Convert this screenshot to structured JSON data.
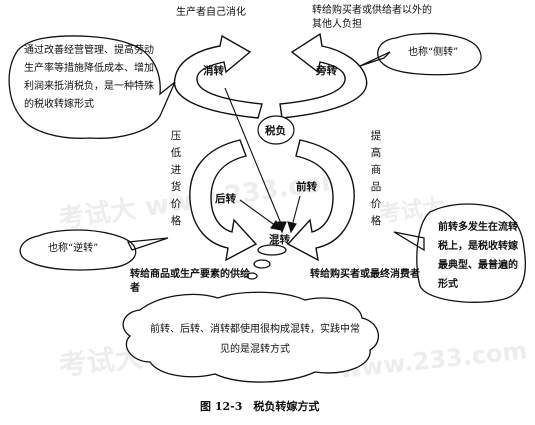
{
  "labels": {
    "producer_absorbs": "生产者自己消化",
    "other_bears": "转给购买者或供给者以外的其他人负担",
    "absorb": "消转",
    "side": "旁转",
    "tax": "税负",
    "backward_top": "压低进货价格",
    "backward": "后转",
    "forward_top": "提高商品价格",
    "forward": "前转",
    "mixed": "混转",
    "to_supplier": "转给商品或生产要素的供给者",
    "to_buyer": "转给购买者或最终消费者",
    "caption": "图 12-3　税负转嫁方式"
  },
  "notes": {
    "absorb_note": "通过改善经营管理、提高劳动生产率等措施降低成本、增加利润来抵消税负，是一种特殊的税收转嫁形式",
    "side_note": "也称“侧转”",
    "backward_note": "也称“逆转”",
    "forward_note": "前转多发生在流转税上，是税收转嫁最典型、最普遍的形式",
    "mixed_note": "前转、后转、消转都使用很构成混转，实践中常见的是混转方式"
  },
  "watermarks": [
    "考试大",
    "www.233.com",
    "考试大",
    "www.233.com"
  ]
}
